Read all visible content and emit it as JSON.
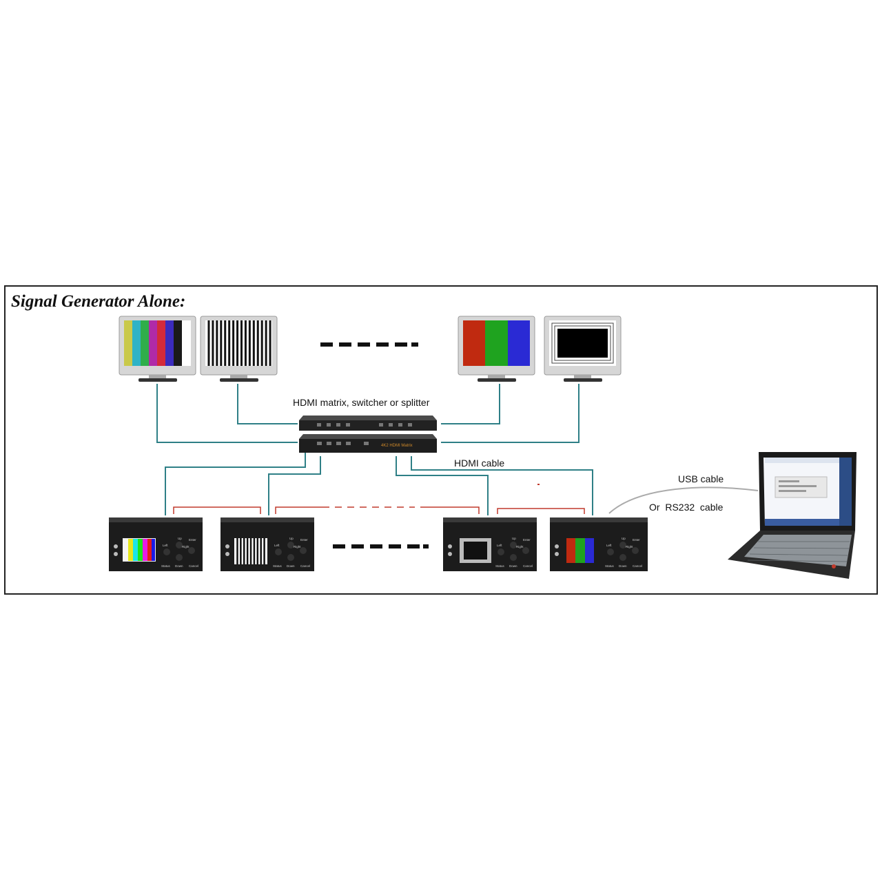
{
  "title": "Signal Generator Alone:",
  "labels": {
    "switcher": "HDMI matrix, switcher or splitter",
    "hdmi_cable": "HDMI cable",
    "usb_cable": "USB cable",
    "rs232_cable": "Or  RS232  cable"
  },
  "device_labels": {
    "switcher_brand": "4K2 HDMI Matrix",
    "btn_up": "Up",
    "btn_enter": "Enter",
    "btn_left": "Left",
    "btn_right": "Right",
    "btn_status": "Status",
    "btn_down": "Down",
    "btn_cancel": "Cancel"
  },
  "colors": {
    "hdmi_line": "#2e7f86",
    "link_line": "#c0392b",
    "frame": "#222222"
  },
  "monitor_patterns": [
    "color-bars",
    "vertical-stripes",
    "rgb-bars",
    "border-frame"
  ],
  "generator_patterns": [
    "color-bars",
    "vertical-stripes",
    "window",
    "rgb-bars"
  ]
}
